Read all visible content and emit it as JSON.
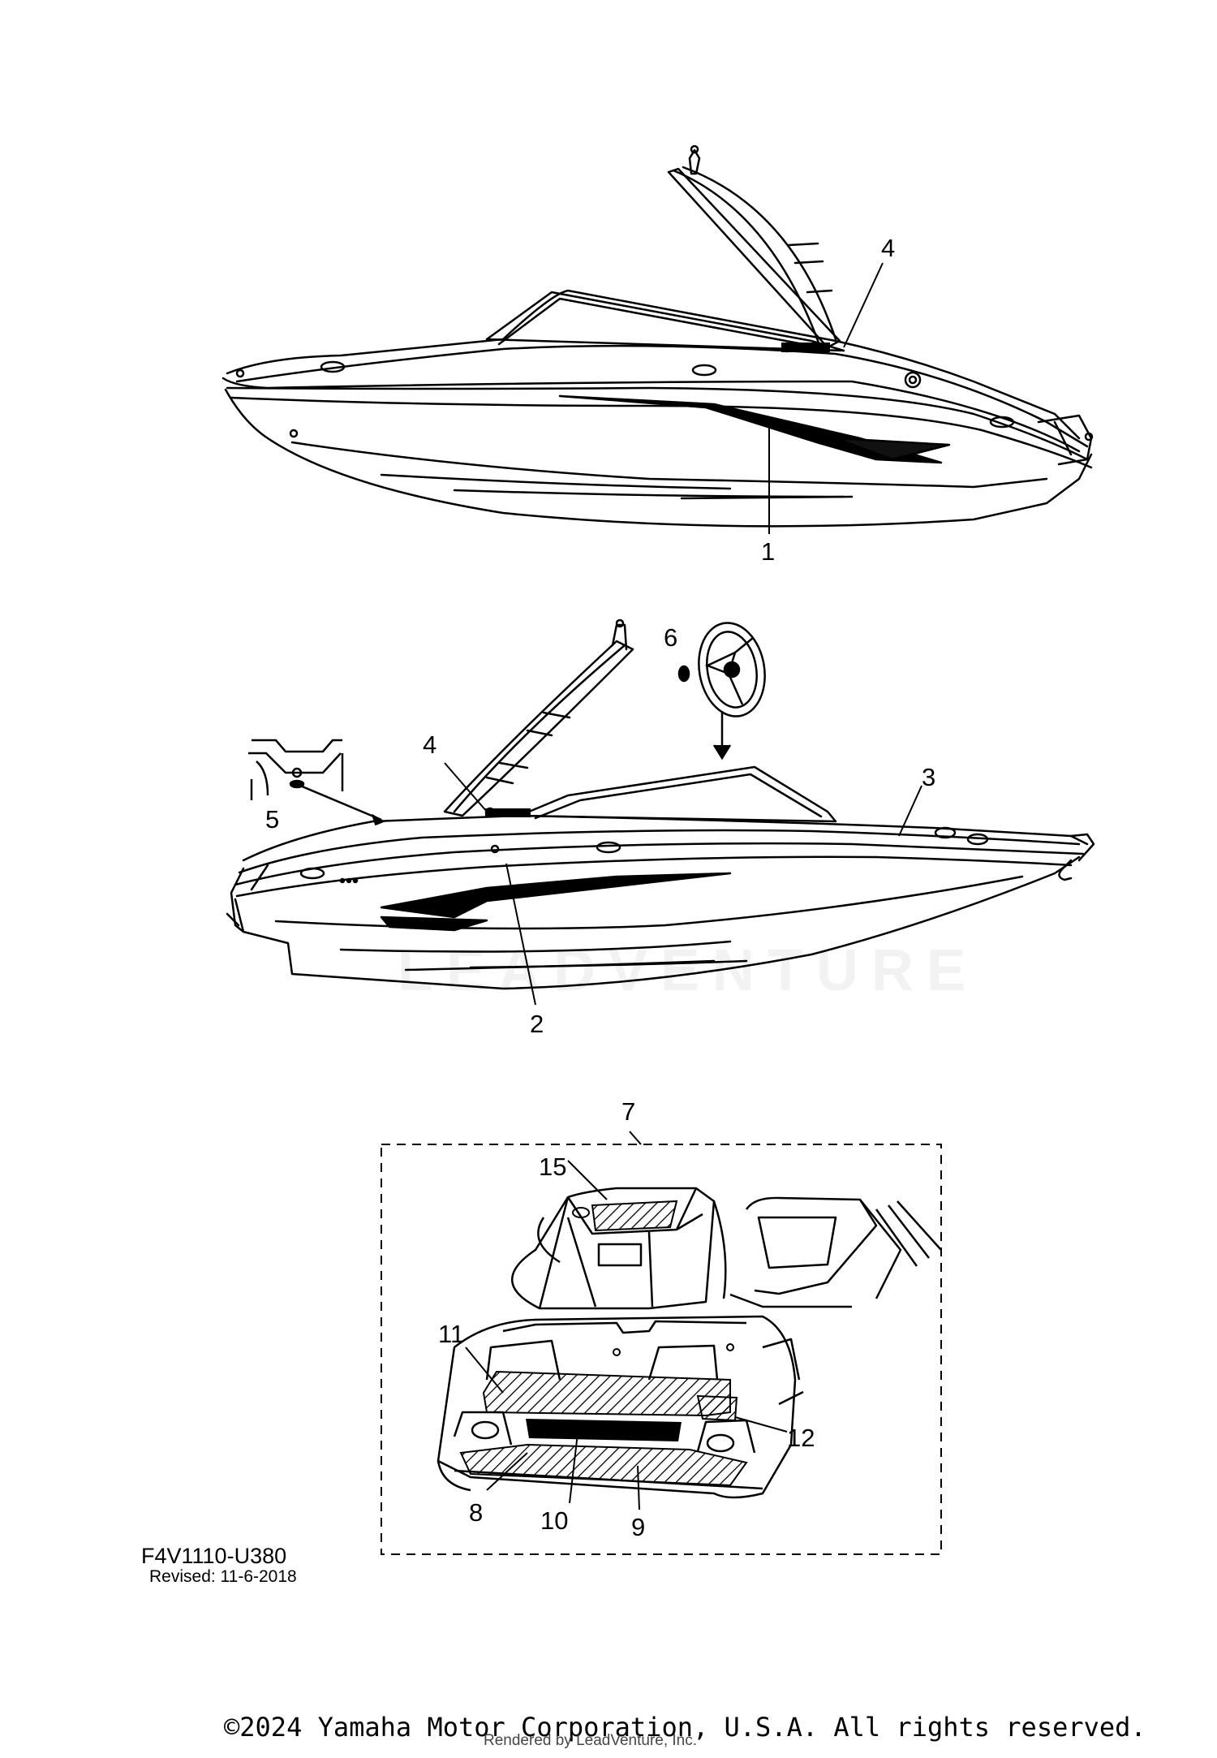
{
  "callouts": {
    "c1": "1",
    "c2": "2",
    "c3": "3",
    "c4a": "4",
    "c4b": "4",
    "c5": "5",
    "c6": "6",
    "c7": "7",
    "c8": "8",
    "c9": "9",
    "c10": "10",
    "c11": "11",
    "c12": "12",
    "c15": "15"
  },
  "diagram_code": "F4V1110-U380",
  "revised": "Revised: 11-6-2018",
  "copyright": "©2024 Yamaha Motor Corporation, U.S.A. All rights reserved.",
  "rendered_by": "Rendered by LeadVenture, Inc.",
  "watermark": "LEADVENTURE"
}
